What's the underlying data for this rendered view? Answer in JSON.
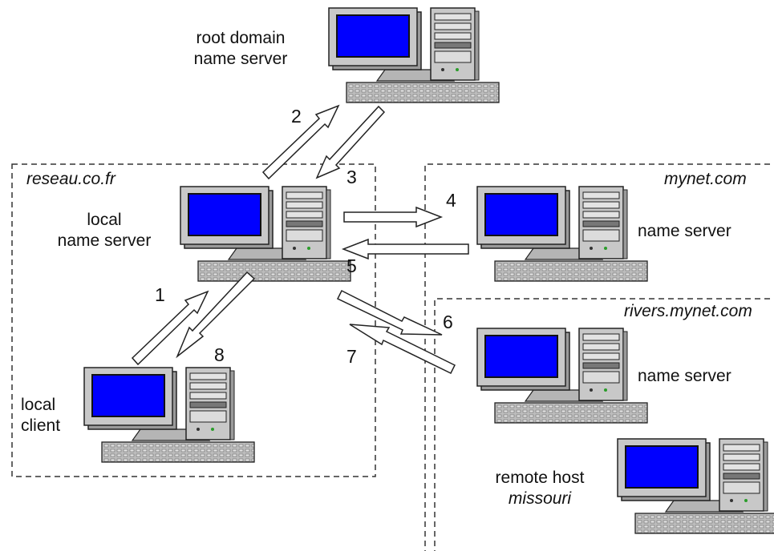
{
  "nodes": {
    "root_server": {
      "line1": "root domain",
      "line2": "name server"
    },
    "local_name_server": {
      "line1": "local",
      "line2": "name server"
    },
    "local_client": {
      "line1": "local",
      "line2": "client"
    },
    "mynet_name_server": {
      "label": "name server"
    },
    "rivers_name_server": {
      "label": "name server"
    },
    "remote_host": {
      "line1": "remote host",
      "line2": "missouri"
    }
  },
  "domains": {
    "local": "reseau.co.fr",
    "mynet": "mynet.com",
    "rivers": "rivers.mynet.com"
  },
  "steps": [
    "1",
    "2",
    "3",
    "4",
    "5",
    "6",
    "7",
    "8"
  ],
  "colors": {
    "screen": "#0000ff",
    "case": "#c8c8c8",
    "outline": "#222222"
  }
}
